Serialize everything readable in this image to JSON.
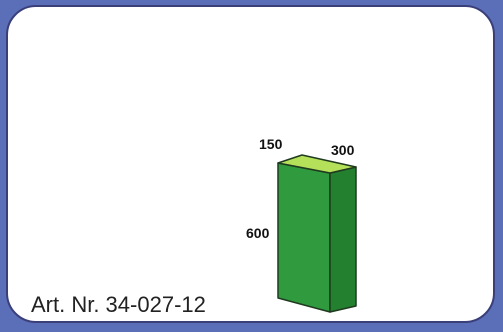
{
  "figure": {
    "article_number": "Art. Nr. 34-027-12",
    "dimensions": {
      "depth": "150",
      "width": "300",
      "height": "600"
    },
    "colors": {
      "frame_border": "#3a3f7a",
      "background": "#5a6fb8",
      "block_top": "#b4e05a",
      "block_front": "#2f9a3e",
      "block_side": "#23802f",
      "block_edge": "#1f3a1f"
    }
  }
}
